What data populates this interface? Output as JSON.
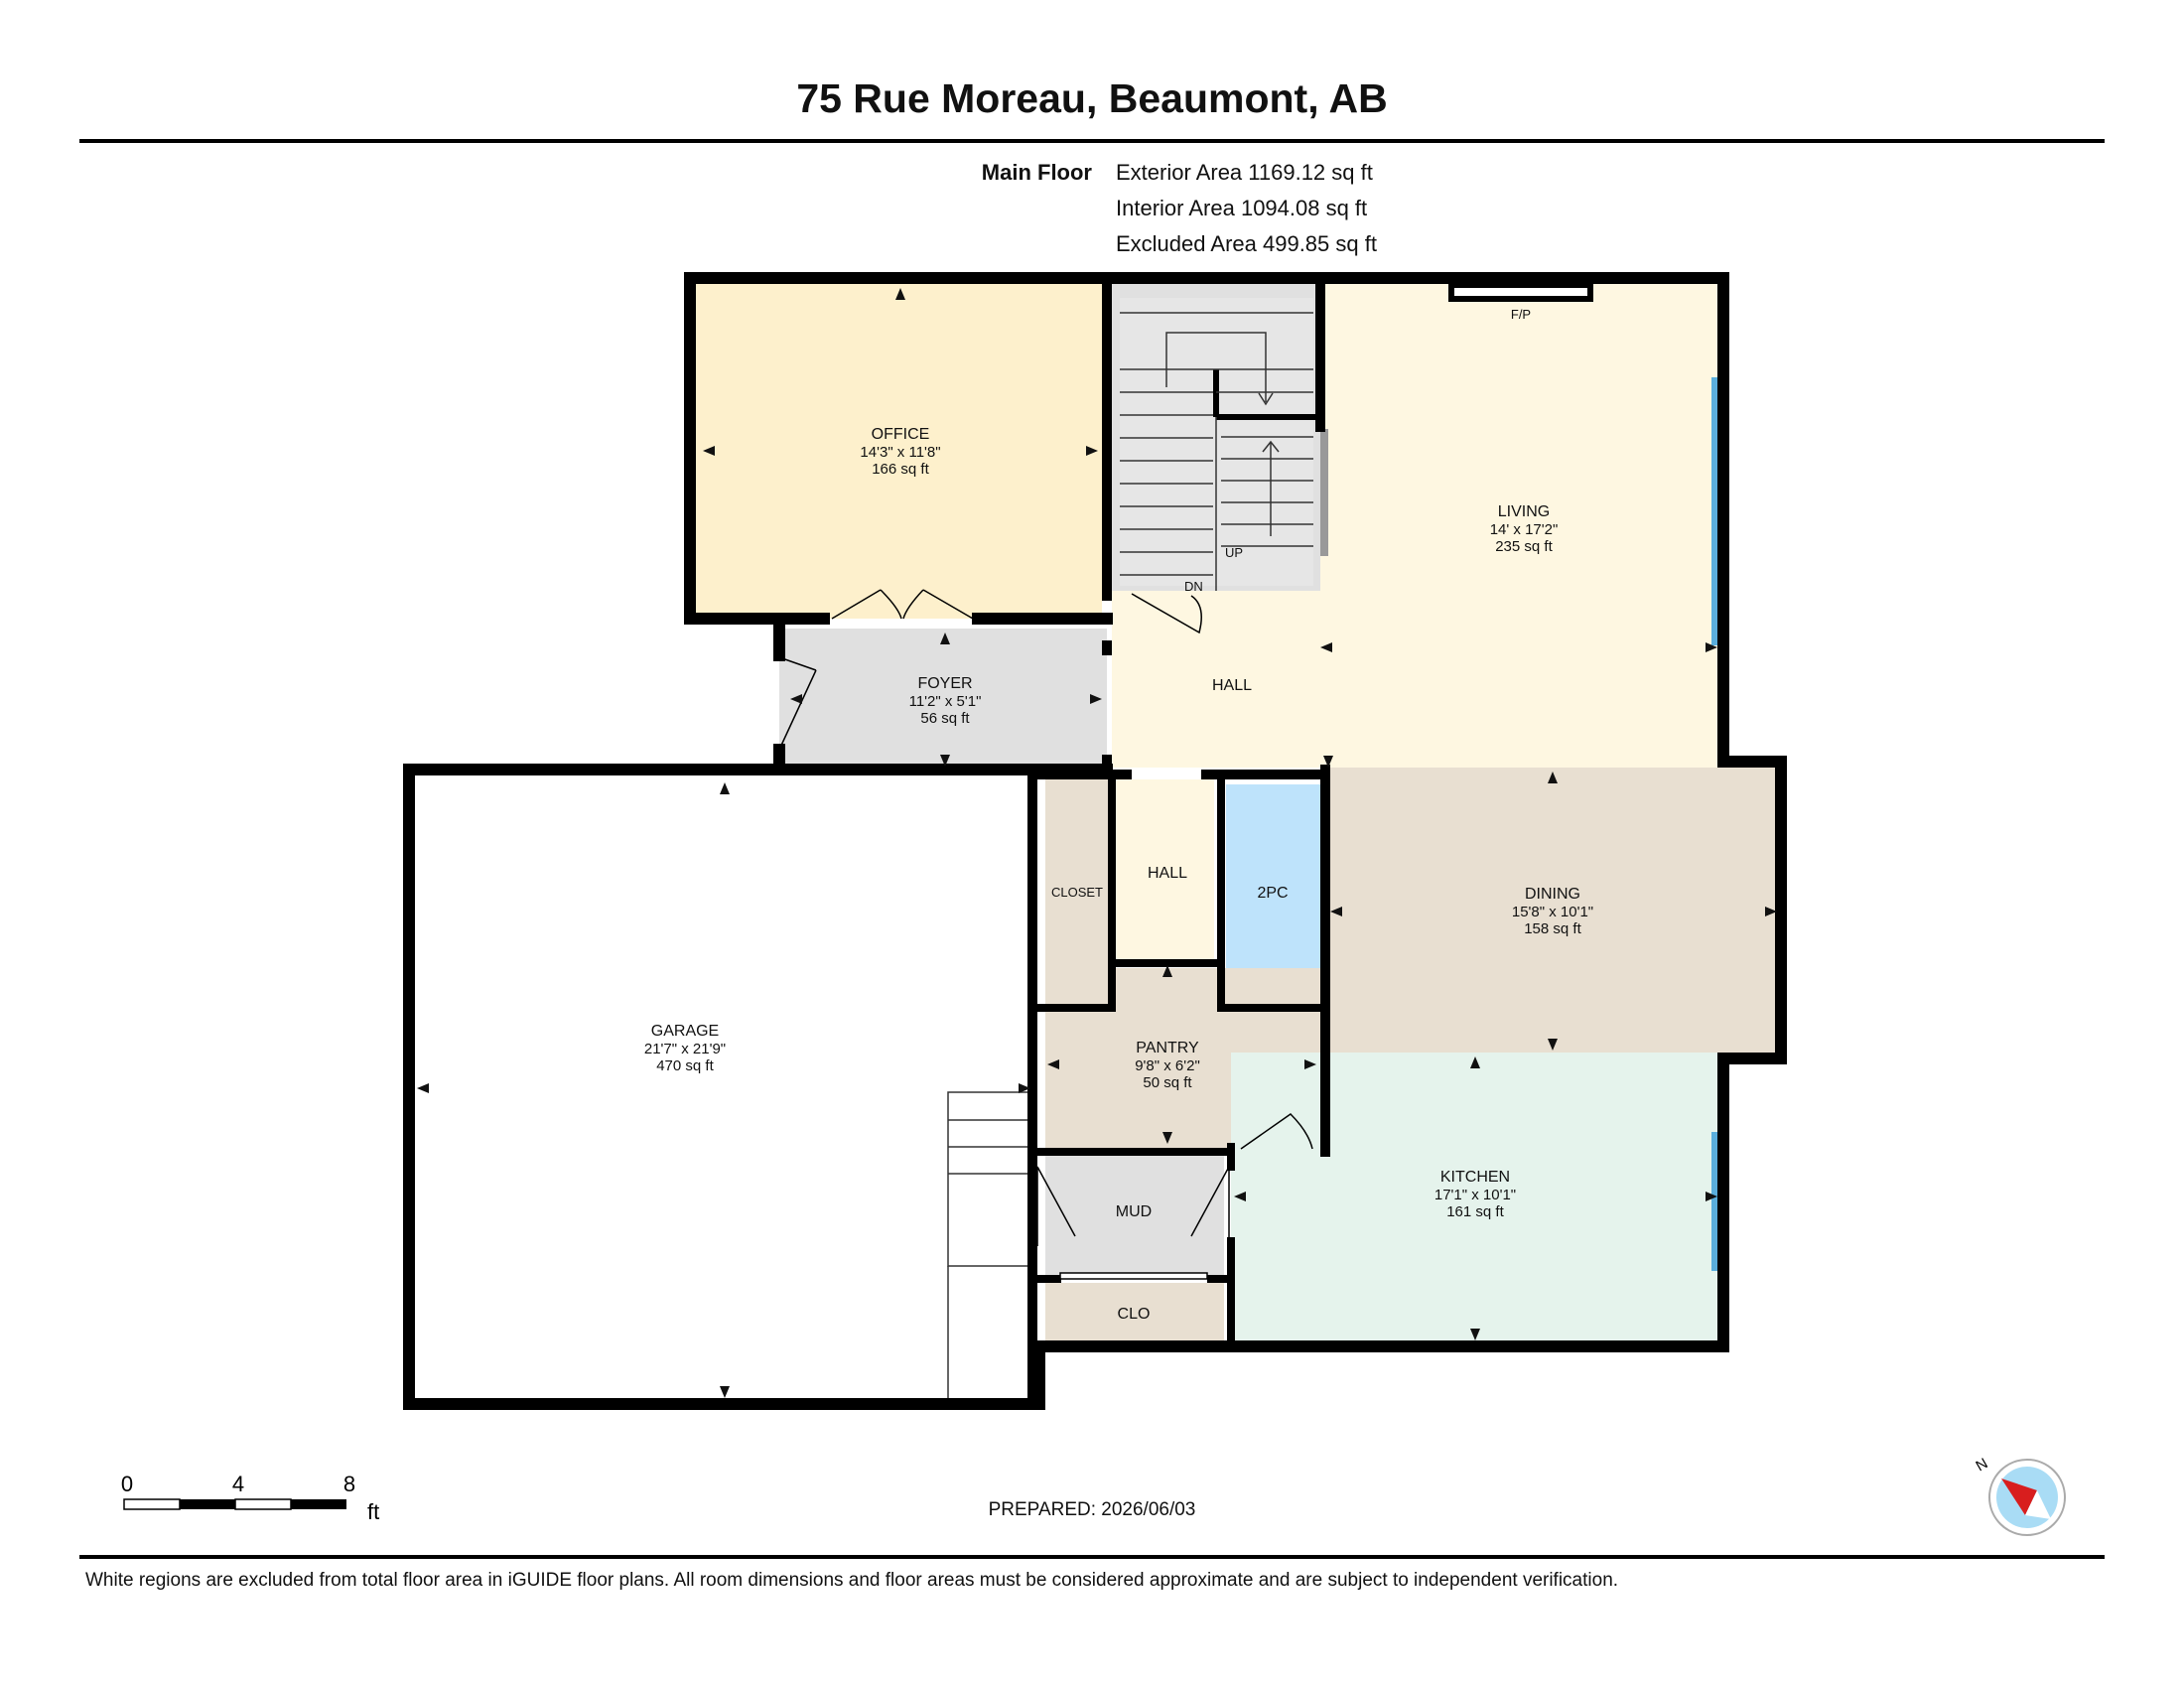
{
  "header": {
    "title": "75 Rue Moreau, Beaumont, AB"
  },
  "floor_stats": {
    "floor_name": "Main Floor",
    "exterior_area": "Exterior Area 1169.12 sq ft",
    "interior_area": "Interior Area 1094.08 sq ft",
    "excluded_area": "Excluded Area 499.85 sq ft"
  },
  "rooms": {
    "office": {
      "name": "OFFICE",
      "dims": "14'3\" x 11'8\"",
      "area": "166 sq ft"
    },
    "foyer": {
      "name": "FOYER",
      "dims": "11'2\" x 5'1\"",
      "area": "56 sq ft"
    },
    "living": {
      "name": "LIVING",
      "dims": "14' x 17'2\"",
      "area": "235 sq ft"
    },
    "hall_main": {
      "name": "HALL"
    },
    "dining": {
      "name": "DINING",
      "dims": "15'8\" x 10'1\"",
      "area": "158 sq ft"
    },
    "garage": {
      "name": "GARAGE",
      "dims": "21'7\" x 21'9\"",
      "area": "470 sq ft"
    },
    "closet": {
      "name": "CLOSET"
    },
    "hall_small": {
      "name": "HALL"
    },
    "powder": {
      "name": "2PC"
    },
    "pantry": {
      "name": "PANTRY",
      "dims": "9'8\" x 6'2\"",
      "area": "50 sq ft"
    },
    "mud": {
      "name": "MUD"
    },
    "clo": {
      "name": "CLO"
    },
    "kitchen": {
      "name": "KITCHEN",
      "dims": "17'1\" x 10'1\"",
      "area": "161 sq ft"
    }
  },
  "fixtures": {
    "fireplace": "F/P",
    "stairs_up": "UP",
    "stairs_down": "DN"
  },
  "scale": {
    "ticks": [
      "0",
      "4",
      "8"
    ],
    "unit": "ft"
  },
  "compass": {
    "north_label": "N"
  },
  "footer": {
    "prepared": "PREPARED: 2026/06/03",
    "disclaimer": "White regions are excluded from total floor area in iGUIDE floor plans. All room dimensions and floor areas must be considered approximate and are subject to independent verification."
  },
  "colors": {
    "office": "#fdf0cc",
    "foyer": "#e0e0e0",
    "living": "#fef7e1",
    "dining": "#e8dfd1",
    "kitchen": "#e5f3ec",
    "powder": "#bee3fb",
    "pantry": "#e8dfd1",
    "hall": "#fef7e1",
    "mud": "#e0e0e0",
    "clo": "#e8dfd1",
    "stairs": "#e0e0e0",
    "window": "#5aaedc",
    "wall": "#000000"
  }
}
